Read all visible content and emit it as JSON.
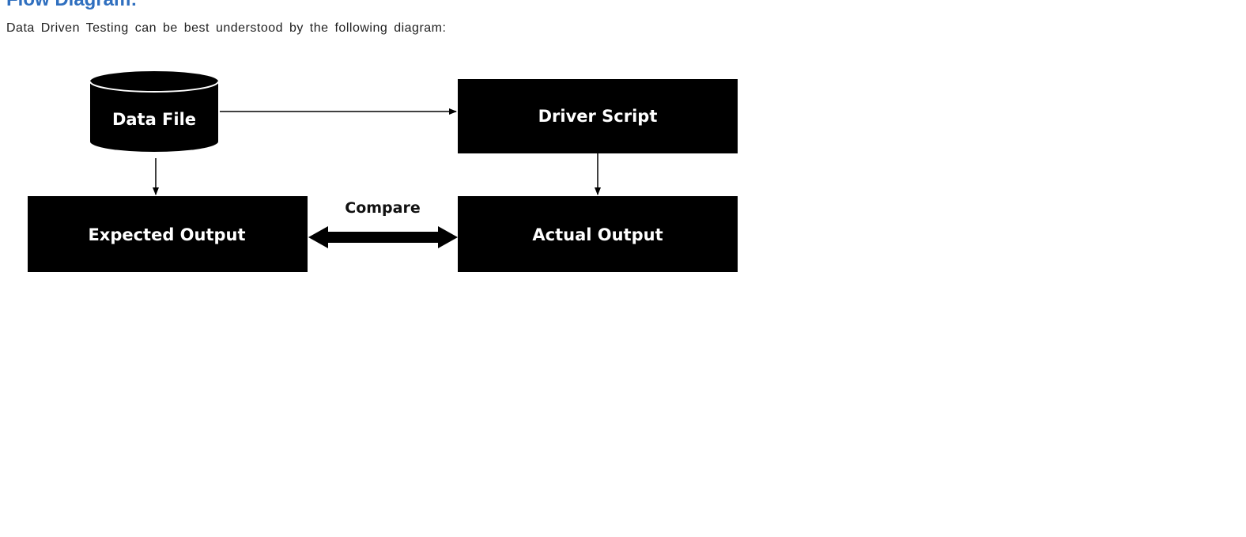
{
  "page": {
    "heading": "Flow Diagram:",
    "intro": "Data Driven Testing can be best understood by the following diagram:"
  },
  "diagram": {
    "nodes": {
      "data_file": "Data File",
      "driver_script": "Driver Script",
      "expected_output": "Expected Output",
      "actual_output": "Actual Output"
    },
    "edges": {
      "compare": "Compare"
    },
    "colors": {
      "node_fill": "#000000",
      "node_text": "#ffffff",
      "arrow": "#000000",
      "heading": "#2f6fbf"
    }
  }
}
